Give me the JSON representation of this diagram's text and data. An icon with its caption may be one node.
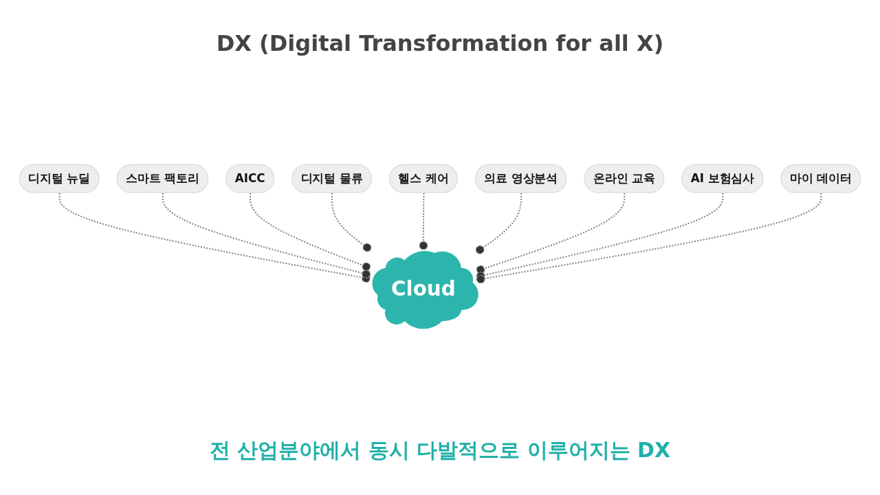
{
  "diagram": {
    "title": "DX (Digital Transformation for all X)",
    "caption": "전 산업분야에서 동시 다발적으로 이루어지는 DX",
    "nodes": [
      {
        "text": [
          "디지털 뉴딜"
        ]
      },
      {
        "text": [
          "스마트 팩토리"
        ]
      },
      {
        "text": [
          "AICC"
        ]
      },
      {
        "text": [
          "디지털 물류"
        ]
      },
      {
        "text": [
          "헬스 케어"
        ]
      },
      {
        "text": [
          "의료 영상분석"
        ]
      },
      {
        "text": [
          "온라인 교육"
        ]
      },
      {
        "text": [
          "AI 보험심사"
        ]
      },
      {
        "text": [
          "마이 데이터"
        ]
      },
      {
        "text": [
          "Cloud"
        ]
      }
    ],
    "edges": [
      {
        "from": 0,
        "to": 9,
        "arrow": "other",
        "style": "dashed"
      },
      {
        "from": 1,
        "to": 9,
        "arrow": "other",
        "style": "dashed"
      },
      {
        "from": 2,
        "to": 9,
        "arrow": "other",
        "style": "dashed"
      },
      {
        "from": 3,
        "to": 9,
        "arrow": "other",
        "style": "dashed"
      },
      {
        "from": 4,
        "to": 9,
        "arrow": "other",
        "style": "dashed"
      },
      {
        "from": 5,
        "to": 9,
        "arrow": "other",
        "style": "dashed"
      },
      {
        "from": 6,
        "to": 9,
        "arrow": "other",
        "style": "dashed"
      },
      {
        "from": 7,
        "to": 9,
        "arrow": "other",
        "style": "dashed"
      },
      {
        "from": 8,
        "to": 9,
        "arrow": "other",
        "style": "dashed"
      }
    ]
  }
}
